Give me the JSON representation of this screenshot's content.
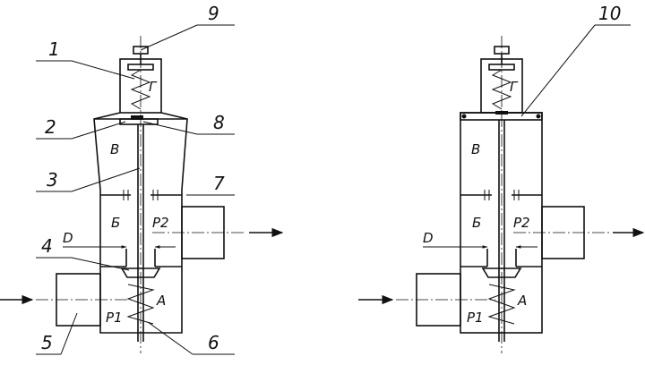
{
  "left_view": {
    "callouts": {
      "c1": "1",
      "c2": "2",
      "c3": "3",
      "c4": "4",
      "c5": "5",
      "c6": "6",
      "c7": "7",
      "c8": "8",
      "c9": "9"
    },
    "chambers": {
      "g": "Г",
      "v": "В",
      "b": "Б",
      "a": "А"
    },
    "pressure": {
      "p1": "P1",
      "p2": "P2"
    },
    "dimension": "D"
  },
  "right_view": {
    "callouts": {
      "c10": "10"
    },
    "chambers": {
      "g": "Г",
      "v": "В",
      "b": "Б",
      "a": "А"
    },
    "pressure": {
      "p1": "P1",
      "p2": "P2"
    },
    "dimension": "D"
  }
}
